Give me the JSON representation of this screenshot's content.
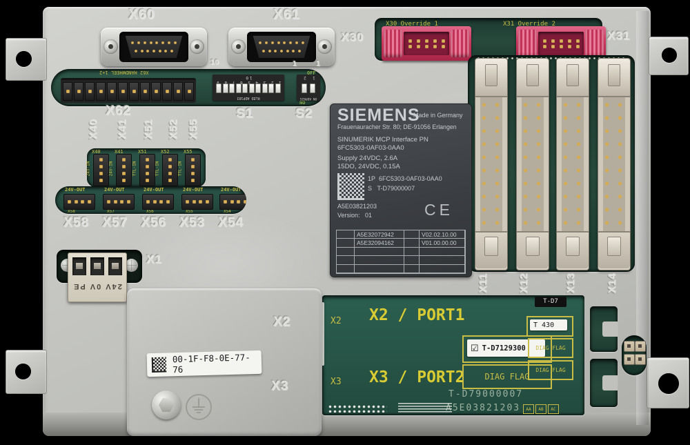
{
  "engravings": {
    "x60": "X60",
    "x61": "X61",
    "x30": "X30",
    "x31": "X31",
    "ten": "10",
    "one_a": "1",
    "one_b": "1",
    "x62": "X62",
    "s1": "S1",
    "s2": "S2",
    "col_labels": [
      "X40",
      "X41",
      "X51",
      "X52",
      "X55"
    ],
    "row_labels": [
      "X58",
      "X57",
      "X56",
      "X53",
      "X54"
    ],
    "ribbon_labels": [
      "X11",
      "X12",
      "X13",
      "X14"
    ],
    "x1": "X1",
    "x2": "X2",
    "x3": "X3"
  },
  "pcb_top": {
    "override1": "X30  Override 1",
    "override2": "X31  Override 2"
  },
  "handwheel_strip": {
    "title": "X62 HANDWHEEL 1+2",
    "s1_numbers": "1 2 3 4 5 6 7 8 9 10",
    "s1_brand": "RLED ADP103",
    "s2_numbers": "1 2",
    "s2_brand": "ON ADP02S",
    "off": "OFF",
    "on": "ON"
  },
  "io_block": {
    "in_headers": [
      "X40",
      "X41",
      "X51",
      "X52",
      "X55"
    ],
    "in_types": [
      "24V-IN",
      "24V-IN",
      "TTL-IN",
      "TTL-IN",
      "TTL-IN"
    ],
    "out_label": "24V-OUT",
    "out_names": [
      "X58",
      "X57",
      "X56",
      "X55",
      "X54"
    ]
  },
  "x1_terminal": {
    "pins": "24V 0V PE"
  },
  "nameplate": {
    "brand": "SIEMENS",
    "made_in": "Made in Germany",
    "address": "Frauenauracher Str. 80; DE-91056 Erlangen",
    "product": "SINUMERIK MCP Interface PN",
    "mlfb": "6FC5303-0AF03-0AA0",
    "supply": "Supply 24VDC, 2.6A",
    "outputs": "15DO, 24VDC, 0.15A",
    "p_key": "1P",
    "p_val": "6FC5303-0AF03-0AA0",
    "s_key": "S",
    "s_val": "T-D79000007",
    "a5e": "A5E03821203",
    "version_key": "Version:",
    "version_val": "01",
    "ce_mark": "CE",
    "fw_table": {
      "r1c2": "A5E32072942",
      "r1c4": "V02.02.10.00",
      "r2c2": "A5E32094162",
      "r2c4": "V01.00.00.00"
    }
  },
  "cover": {
    "mac": "00-1F-F8-0E-77-76"
  },
  "port_pcb": {
    "x2_small": "X2",
    "port1": "X2 / PORT1",
    "x3_small": "X3",
    "port2": "X3 / PORT2",
    "check_icon": "☑",
    "check_label": "T-D7129300",
    "diag_flag": "DIAG FLAG",
    "t430": "T 430",
    "tdx": "T-D7",
    "serial": "T-D79000007",
    "board_no": "A5E03821203",
    "rev": [
      "AA",
      "AB",
      "AC"
    ]
  },
  "colors": {
    "metal": "#c6c7c3",
    "pcb_green": "#27493c",
    "silk_yellow": "#c9bd45",
    "connector_red": "#cf3a60"
  }
}
